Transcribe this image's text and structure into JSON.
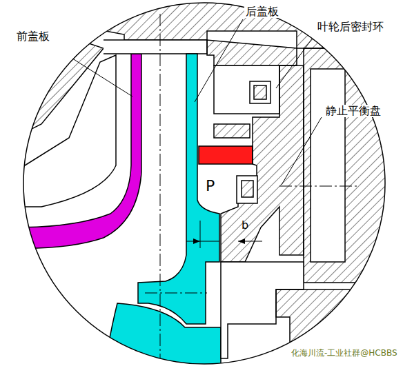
{
  "diagram": {
    "labels": [
      "前盖板",
      "后盖板",
      "叶轮后密封环",
      "静止平衡盘",
      "P",
      "b",
      "化海川流-工业社群@HCBBS"
    ]
  }
}
